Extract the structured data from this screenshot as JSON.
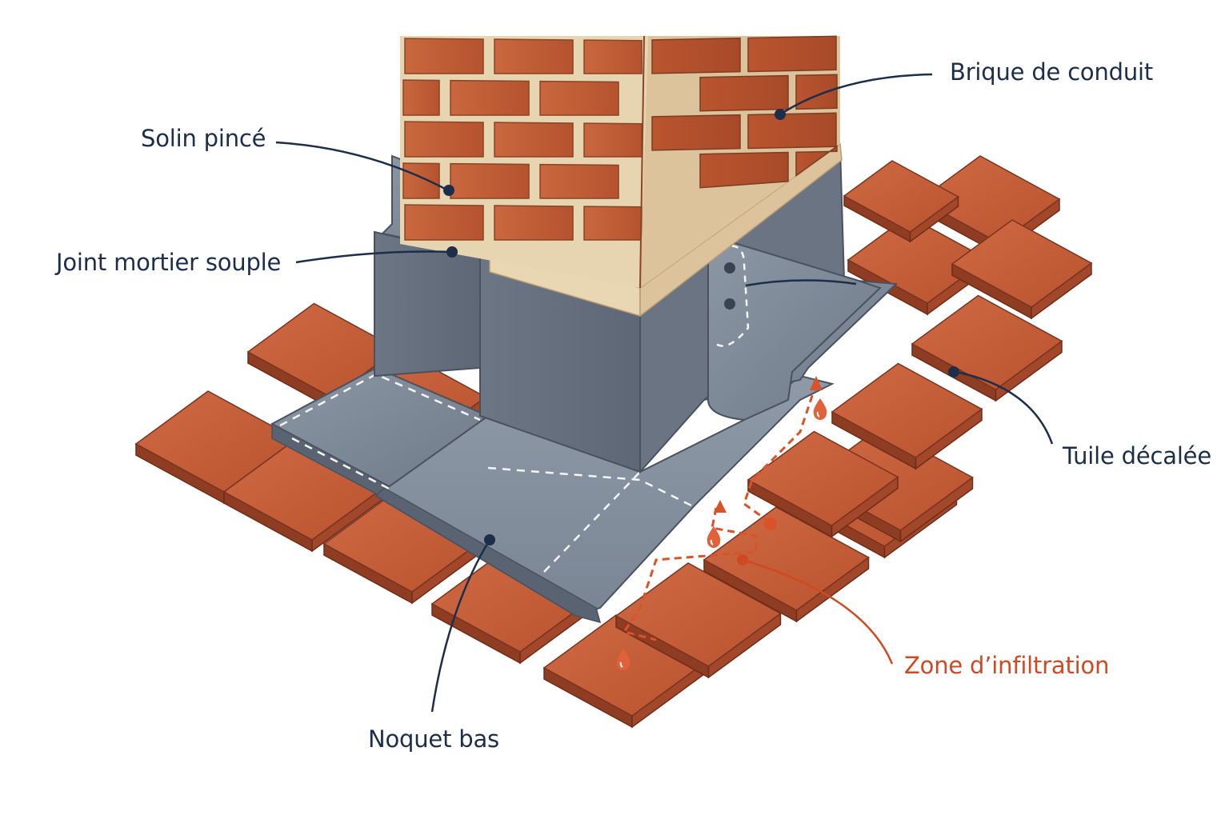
{
  "diagram": {
    "labels": {
      "brick": "Brique de conduit",
      "counter_flashing": "Solin pincé",
      "mortar_joint": "Joint mortier souple",
      "staggered_tile": "Tuile décalée",
      "bottom_flashing": "Noquet bas",
      "infiltration_zone": "Zone d’infiltration"
    },
    "colors": {
      "label_text": "#1c2e4a",
      "warning": "#d9532a",
      "brick": "#c9673f",
      "mortar": "#e9d6b3",
      "metal": "#7d8896",
      "tile": "#c05d3b"
    }
  }
}
